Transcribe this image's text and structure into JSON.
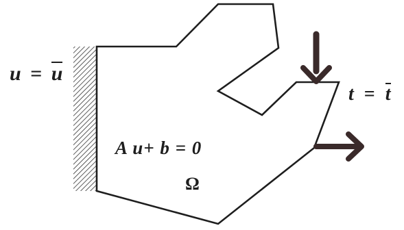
{
  "labels": {
    "displacement_lhs": "u",
    "displacement_eq": "=",
    "displacement_rhs": "u",
    "traction_lhs": "t",
    "traction_eq": "=",
    "traction_rhs": "t",
    "equation": "A u+ b = 0",
    "domain": "Ω"
  },
  "colors": {
    "outline": "#1e1e1e",
    "arrow": "#3a2a2a",
    "hatch": "#333333"
  }
}
